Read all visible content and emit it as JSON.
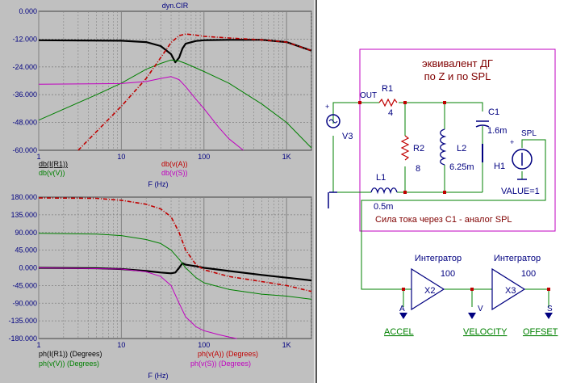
{
  "window": {
    "title": "dyn.CIR"
  },
  "colors": {
    "panel_bg": "#c0c0c0",
    "grid": "#808080",
    "axis_text": "#000080",
    "black_trace": "#000000",
    "red_trace": "#c00000",
    "green_trace": "#008000",
    "magenta_trace": "#c000c0",
    "schematic_wire": "#008000",
    "schematic_text": "#800000",
    "node_dot": "#c00000",
    "part_blue": "#000080",
    "frame": "#c000c0"
  },
  "chart_data": [
    {
      "type": "line",
      "title": "dyn.CIR",
      "xlabel": "F (Hz)",
      "xscale": "log",
      "xlim": [
        1,
        2000
      ],
      "ylim": [
        -60,
        0
      ],
      "yticks": [
        "0.000",
        "-12.000",
        "-24.000",
        "-36.000",
        "-48.000",
        "-60.000"
      ],
      "xticks": [
        "1",
        "10",
        "100",
        "1K"
      ],
      "legend": [
        {
          "label": "db(I(R1))",
          "color": "#000000"
        },
        {
          "label": "db(v(V))",
          "color": "#008000"
        },
        {
          "label": "db(v(A))",
          "color": "#c00000"
        },
        {
          "label": "db(v(S))",
          "color": "#c000c0"
        }
      ],
      "series": [
        {
          "name": "db(I(R1))",
          "style": "solid-thick",
          "x": [
            1,
            10,
            20,
            30,
            40,
            45,
            50,
            55,
            60,
            80,
            100,
            200,
            500,
            1000,
            2000
          ],
          "y": [
            -12.5,
            -12.7,
            -13.3,
            -15,
            -18.5,
            -22,
            -20,
            -16,
            -14,
            -12.8,
            -12.5,
            -12.3,
            -12.3,
            -13.3,
            -17
          ]
        },
        {
          "name": "db(v(V))",
          "style": "solid",
          "x": [
            1,
            5,
            10,
            20,
            30,
            40,
            50,
            60,
            100,
            200,
            500,
            1000,
            2000
          ],
          "y": [
            -47,
            -36,
            -31,
            -25,
            -22.5,
            -21,
            -21.5,
            -22.5,
            -26,
            -31,
            -40,
            -48,
            -59
          ]
        },
        {
          "name": "db(v(A))",
          "style": "dashed",
          "x": [
            3,
            10,
            20,
            30,
            40,
            50,
            60,
            80,
            100,
            200,
            500,
            1000,
            2000
          ],
          "y": [
            -60,
            -41,
            -29,
            -20,
            -13.5,
            -10.5,
            -9.8,
            -10.3,
            -10.8,
            -11.5,
            -12.3,
            -13.3,
            -17
          ]
        },
        {
          "name": "db(v(S))",
          "style": "solid",
          "x": [
            1,
            10,
            20,
            30,
            40,
            50,
            60,
            80,
            100,
            150,
            200,
            300
          ],
          "y": [
            -31.5,
            -31.2,
            -30.3,
            -29,
            -28.2,
            -29.5,
            -32.5,
            -38,
            -42,
            -50,
            -55,
            -61
          ]
        }
      ]
    },
    {
      "type": "line",
      "xlabel": "F (Hz)",
      "xscale": "log",
      "xlim": [
        1,
        2000
      ],
      "ylim": [
        -180,
        180
      ],
      "yticks": [
        "180.000",
        "135.000",
        "90.000",
        "45.000",
        "0.000",
        "-45.000",
        "-90.000",
        "-135.000",
        "-180.000"
      ],
      "xticks": [
        "1",
        "10",
        "100",
        "1K"
      ],
      "legend": [
        {
          "label": "ph(I(R1)) (Degrees)",
          "color": "#000000"
        },
        {
          "label": "ph(v(V)) (Degrees)",
          "color": "#008000"
        },
        {
          "label": "ph(v(A)) (Degrees)",
          "color": "#c00000"
        },
        {
          "label": "ph(v(S)) (Degrees)",
          "color": "#c000c0"
        }
      ],
      "series": [
        {
          "name": "ph(I(R1)) (Degrees)",
          "style": "solid-thick",
          "x": [
            1,
            5,
            10,
            20,
            30,
            40,
            45,
            50,
            55,
            60,
            80,
            100,
            200,
            500,
            1000,
            2000
          ],
          "y": [
            0,
            -1,
            -3,
            -8,
            -12,
            -14,
            -12,
            0,
            12,
            8,
            4,
            0,
            -8,
            -18,
            -25,
            -32
          ]
        },
        {
          "name": "ph(v(V)) (Degrees)",
          "style": "solid",
          "x": [
            1,
            5,
            10,
            20,
            30,
            40,
            50,
            60,
            80,
            100,
            200,
            500,
            1000,
            2000
          ],
          "y": [
            88,
            86,
            82,
            72,
            62,
            45,
            22,
            0,
            -25,
            -38,
            -55,
            -67,
            -72,
            -80
          ]
        },
        {
          "name": "ph(v(A)) (Degrees)",
          "style": "dashed",
          "x": [
            1,
            5,
            10,
            20,
            30,
            40,
            50,
            60,
            80,
            100,
            200,
            500,
            1000,
            2000
          ],
          "y": [
            178,
            177,
            172,
            162,
            150,
            130,
            90,
            45,
            8,
            -5,
            -22,
            -35,
            -45,
            -60
          ]
        },
        {
          "name": "ph(v(S)) (Degrees)",
          "style": "solid",
          "x": [
            1,
            10,
            20,
            30,
            40,
            50,
            60,
            80,
            100,
            150,
            200,
            250
          ],
          "y": [
            0,
            -3,
            -10,
            -22,
            -45,
            -90,
            -125,
            -150,
            -160,
            -170,
            -176,
            -180
          ]
        }
      ]
    }
  ],
  "schematic": {
    "title_line1": "эквивалент ДГ",
    "title_line2": "по Z и по SPL",
    "caption": "Сила тока через C1 - аналог SPL",
    "labels": {
      "out": "OUT",
      "r1": "R1",
      "r1_val": "4",
      "r2": "R2",
      "r2_val": "8",
      "l1": "L1",
      "l1_val": "0.5m",
      "l2": "L2",
      "l2_val": "6.25m",
      "c1": "C1",
      "c1_val": "1.6m",
      "v3": "V3",
      "h1": "H1",
      "spl": "SPL",
      "value": "VALUE=1",
      "plus": "+"
    },
    "integrator1": {
      "title": "Интегратор",
      "gain": "100",
      "name": "X2"
    },
    "integrator2": {
      "title": "Интегратор",
      "gain": "100",
      "name": "X3"
    },
    "nodes": {
      "a": "A",
      "v": "V",
      "s": "S"
    },
    "outputs": {
      "accel": "ACCEL",
      "velocity": "VELOCITY",
      "offset": "OFFSET"
    }
  }
}
